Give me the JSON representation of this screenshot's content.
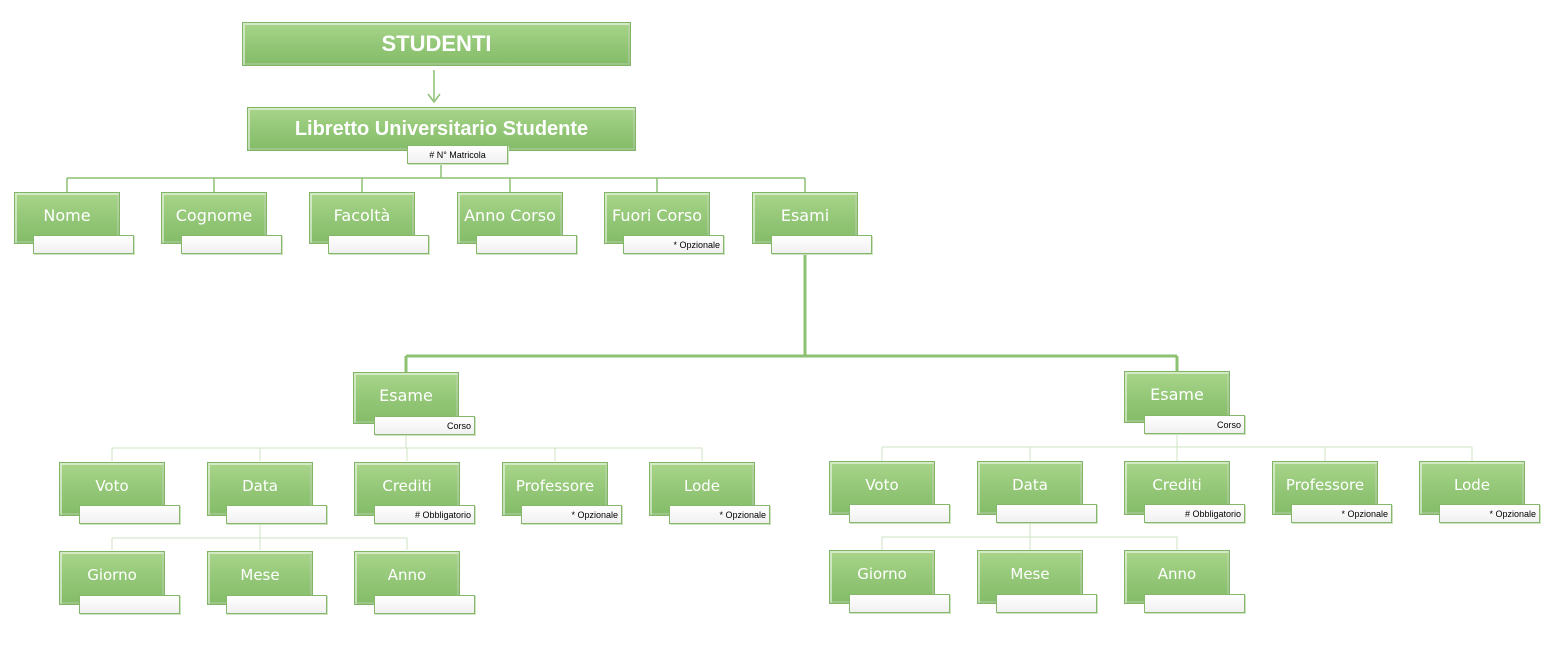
{
  "root": {
    "label": "STUDENTI"
  },
  "libretto": {
    "label": "Libretto Universitario Studente",
    "tag": "# N° Matricola"
  },
  "fields": [
    {
      "label": "Nome",
      "tag": ""
    },
    {
      "label": "Cognome",
      "tag": ""
    },
    {
      "label": "Facoltà",
      "tag": ""
    },
    {
      "label": "Anno Corso",
      "tag": ""
    },
    {
      "label": "Fuori Corso",
      "tag": "* Opzionale"
    },
    {
      "label": "Esami",
      "tag": ""
    }
  ],
  "exams": [
    {
      "label": "Esame",
      "tag": "Corso",
      "fields": [
        {
          "label": "Voto",
          "tag": ""
        },
        {
          "label": "Data",
          "tag": ""
        },
        {
          "label": "Crediti",
          "tag": "# Obbligatorio"
        },
        {
          "label": "Professore",
          "tag": "* Opzionale"
        },
        {
          "label": "Lode",
          "tag": "* Opzionale"
        }
      ],
      "date_parts": [
        {
          "label": "Giorno",
          "tag": ""
        },
        {
          "label": "Mese",
          "tag": ""
        },
        {
          "label": "Anno",
          "tag": ""
        }
      ]
    },
    {
      "label": "Esame",
      "tag": "Corso",
      "fields": [
        {
          "label": "Voto",
          "tag": ""
        },
        {
          "label": "Data",
          "tag": ""
        },
        {
          "label": "Crediti",
          "tag": "# Obbligatorio"
        },
        {
          "label": "Professore",
          "tag": "* Opzionale"
        },
        {
          "label": "Lode",
          "tag": "* Opzionale"
        }
      ],
      "date_parts": [
        {
          "label": "Giorno",
          "tag": ""
        },
        {
          "label": "Mese",
          "tag": ""
        },
        {
          "label": "Anno",
          "tag": ""
        }
      ]
    }
  ],
  "colors": {
    "node": "#92c676",
    "line": "#8cc072",
    "thin_line": "#cfe3c3"
  }
}
